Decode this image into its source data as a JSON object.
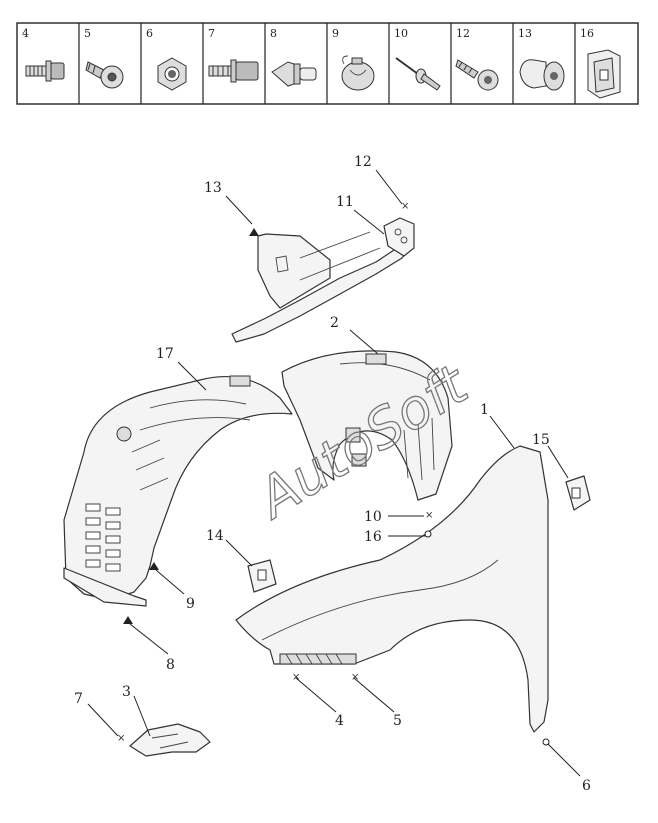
{
  "fastener_table": {
    "cells": [
      {
        "label": "4",
        "icon": "flange-bolt-icon"
      },
      {
        "label": "5",
        "icon": "torx-screw-icon"
      },
      {
        "label": "6",
        "icon": "hex-nut-icon"
      },
      {
        "label": "7",
        "icon": "flange-bolt-icon"
      },
      {
        "label": "8",
        "icon": "push-clip-icon"
      },
      {
        "label": "9",
        "icon": "plastic-clip-icon"
      },
      {
        "label": "10",
        "icon": "blind-rivet-icon"
      },
      {
        "label": "12",
        "icon": "tapping-screw-icon"
      },
      {
        "label": "13",
        "icon": "expansion-clip-icon"
      },
      {
        "label": "16",
        "icon": "u-nut-icon"
      }
    ]
  },
  "callouts": {
    "c1": "1",
    "c2": "2",
    "c3": "3",
    "c4": "4",
    "c5": "5",
    "c6": "6",
    "c7": "7",
    "c8": "8",
    "c9": "9",
    "c10": "10",
    "c11": "11",
    "c12": "12",
    "c13": "13",
    "c14": "14",
    "c15": "15",
    "c16": "16",
    "c17": "17"
  },
  "watermark": "AutoSoft"
}
